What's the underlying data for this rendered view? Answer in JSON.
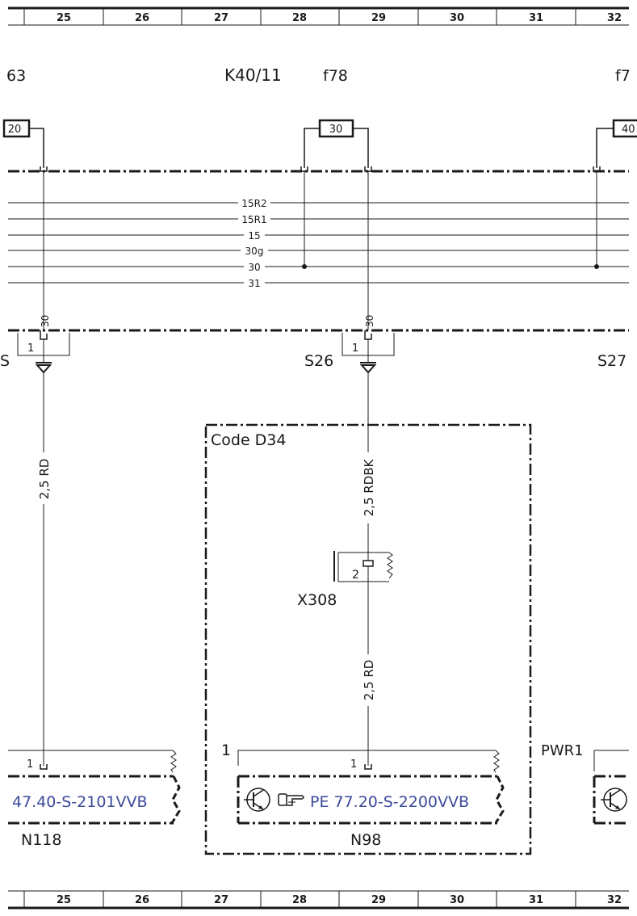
{
  "grid": {
    "columns": [
      "25",
      "26",
      "27",
      "28",
      "29",
      "30",
      "31",
      "32"
    ]
  },
  "headers": {
    "left_partial": "63",
    "relay": "K40/11",
    "fuse": "f78",
    "right_partial": "f7"
  },
  "fuses": {
    "left_rating": "20",
    "center_rating": "30",
    "right_rating": "40"
  },
  "bus_lines": [
    "15R2",
    "15R1",
    "15",
    "30g",
    "30",
    "31"
  ],
  "splices": {
    "left_label": "S",
    "center_label": "S26",
    "right_label": "S27",
    "left_pin_top": "30",
    "center_pin_top": "30",
    "left_pin": "1",
    "center_pin": "1"
  },
  "wires": {
    "left_wire": "2,5 RD",
    "center_wire_top": "2,5 RDBK",
    "center_wire_bottom": "2,5 RD"
  },
  "option_box": {
    "label": "Code D34"
  },
  "connector": {
    "name": "X308",
    "pin": "2"
  },
  "modules": {
    "left_pin": "1",
    "left_ref": "47.40-S-2101VVB",
    "left_name": "N118",
    "center_pin": "1",
    "center_pin_outer": "1",
    "center_ref": "PE 77.20-S-2200VVB",
    "center_name": "N98",
    "right_label": "PWR1"
  },
  "icons": {
    "transistor": "transistor-icon",
    "pointer": "pointing-hand-icon"
  }
}
